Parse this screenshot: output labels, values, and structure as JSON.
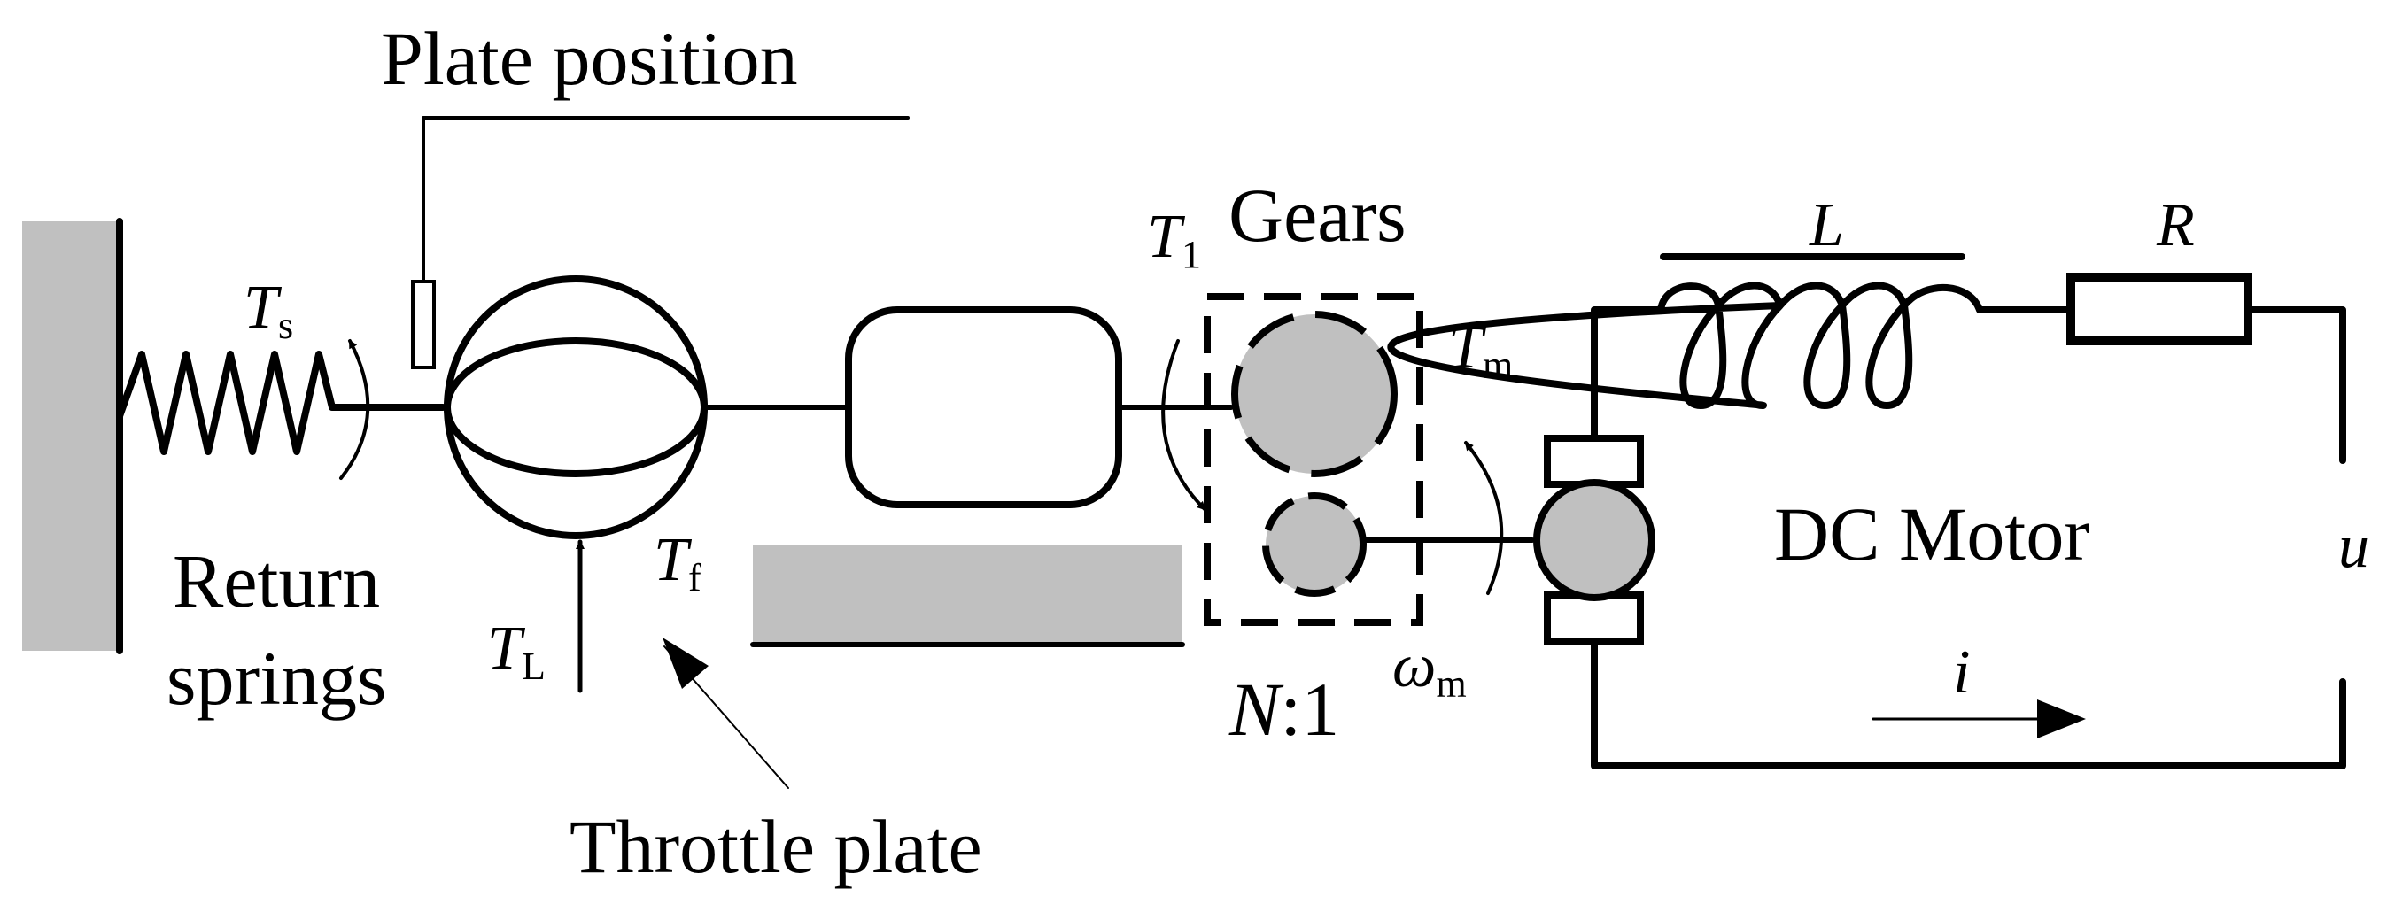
{
  "labels": {
    "plate_position": "Plate position",
    "gears": "Gears",
    "return_springs_line1": "Return",
    "return_springs_line2": "springs",
    "throttle_plate": "Throttle plate",
    "dc_motor": "DC Motor",
    "gear_ratio_N": "N",
    "gear_ratio_rest": ":1"
  },
  "symbols": {
    "Ts": {
      "main": "T",
      "sub": "s"
    },
    "TL": {
      "main": "T",
      "sub": "L"
    },
    "Tf": {
      "main": "T",
      "sub": "f"
    },
    "T1": {
      "main": "T",
      "sub": "1"
    },
    "Tm": {
      "main": "T",
      "sub": "m"
    },
    "wm": {
      "main": "ω",
      "sub": "m"
    },
    "L": "L",
    "R": "R",
    "u": "u",
    "i": "i"
  },
  "colors": {
    "line": "#000000",
    "fill_gray": "#c0c0c0"
  }
}
